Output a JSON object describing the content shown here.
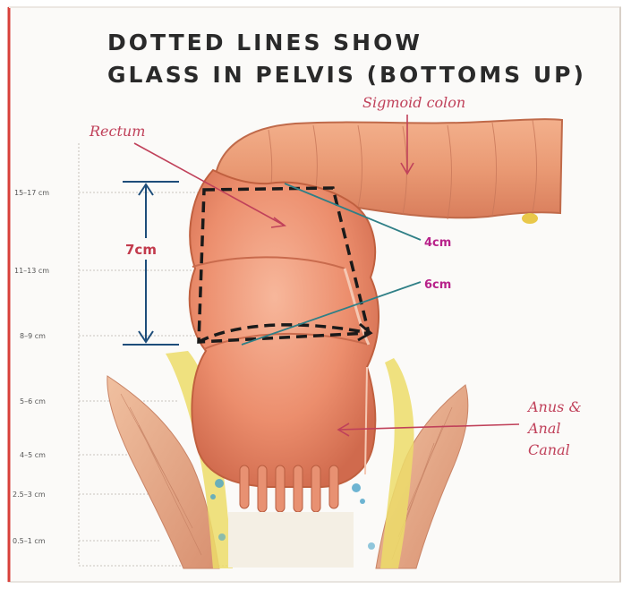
{
  "title": {
    "line1": "DOTTED LINES SHOW",
    "line2": "GLASS IN PELVIS (BOTTOMS UP)"
  },
  "labels": {
    "sigmoid": "Sigmoid colon",
    "rectum": "Rectum",
    "measure_7": "7cm",
    "measure_4": "4cm",
    "measure_6": "6cm",
    "anus_1": "Anus &",
    "anus_2": "Anal",
    "anus_3": "Canal"
  },
  "scale_ticks": [
    "15–17 cm",
    "11–13 cm",
    "8–9 cm",
    "5–6 cm",
    "4–5 cm",
    "2.5–3 cm",
    "0.5–1 cm"
  ],
  "colors": {
    "tissue": "#e98a6b",
    "tissue_dark": "#cf6a4c",
    "fat": "#e8d95a",
    "annotation_red": "#c0415a",
    "annotation_magenta": "#b8228a",
    "measure_blue": "#1d4d7a",
    "pointer_teal": "#2f7f86"
  }
}
